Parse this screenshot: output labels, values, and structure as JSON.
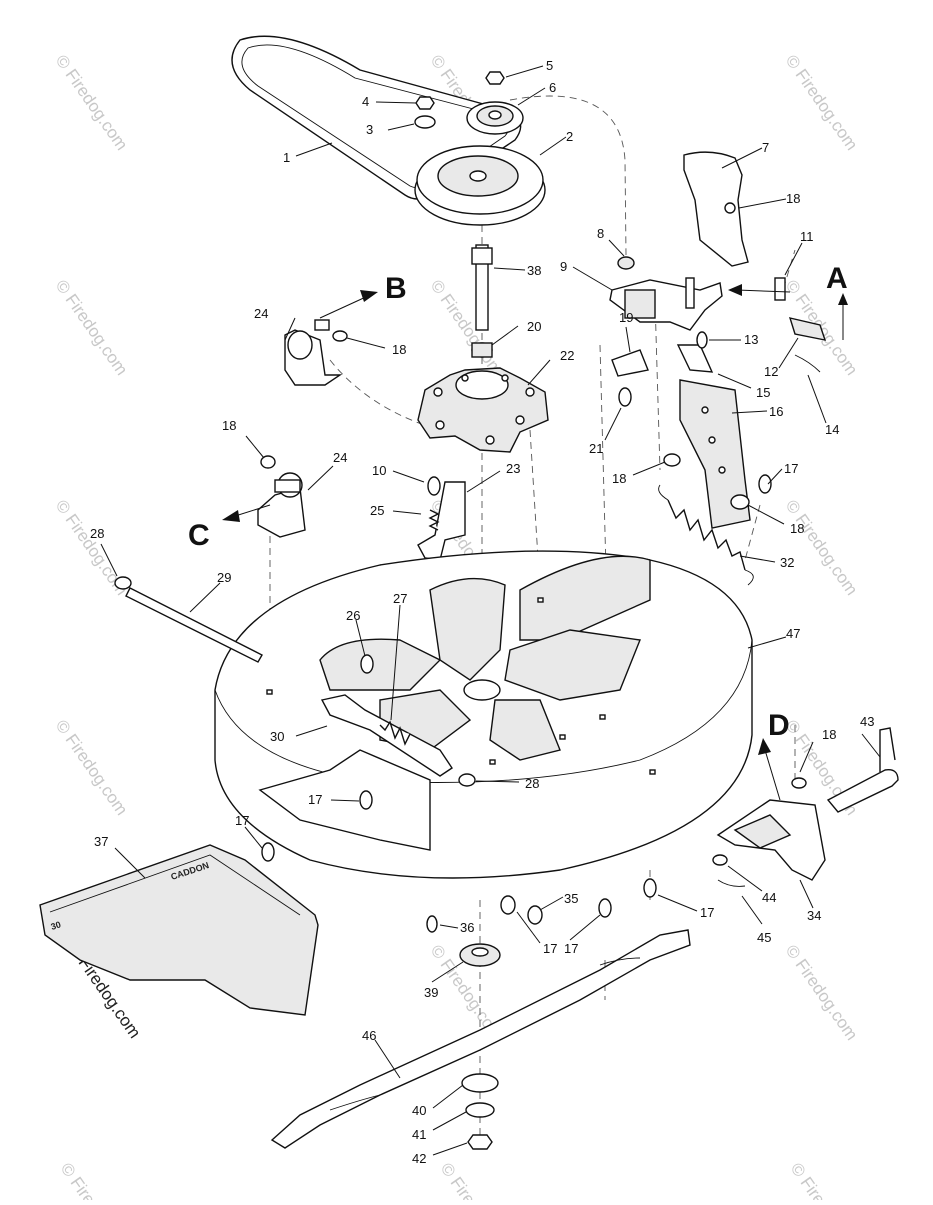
{
  "watermark": {
    "text": "© Firedog.com",
    "bottom_left_text": "© Firedog.com"
  },
  "callouts": {
    "section_letters": [
      "A",
      "B",
      "C",
      "D"
    ],
    "part_numbers": [
      "1",
      "2",
      "3",
      "4",
      "5",
      "6",
      "7",
      "8",
      "9",
      "10",
      "11",
      "12",
      "13",
      "14",
      "15",
      "16",
      "17",
      "18",
      "19",
      "20",
      "21",
      "22",
      "23",
      "24",
      "25",
      "26",
      "27",
      "28",
      "29",
      "30",
      "32",
      "34",
      "35",
      "36",
      "37",
      "38",
      "39",
      "40",
      "41",
      "42",
      "43",
      "44",
      "45",
      "46",
      "47"
    ]
  },
  "parts_text": {
    "chute_stamp": "CADDON",
    "chute_number": "30"
  }
}
